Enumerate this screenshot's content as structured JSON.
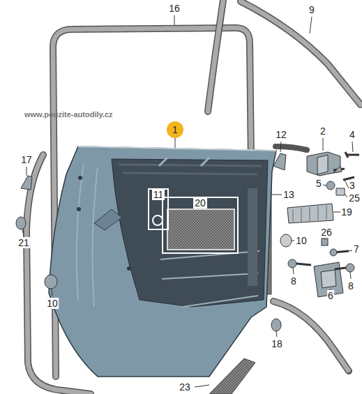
{
  "diagram": {
    "nodes": [
      {
        "text": [
          "1"
        ]
      },
      {
        "text": [
          "11"
        ]
      },
      {
        "text": [
          "20"
        ]
      }
    ],
    "labels": [
      "16",
      "9",
      "12",
      "2",
      "4",
      "17",
      "5",
      "3",
      "25",
      "13",
      "19",
      "21",
      "26",
      "10",
      "7",
      "8",
      "8",
      "6",
      "10",
      "18",
      "23",
      "www.pouzite-autodily.cz"
    ]
  }
}
